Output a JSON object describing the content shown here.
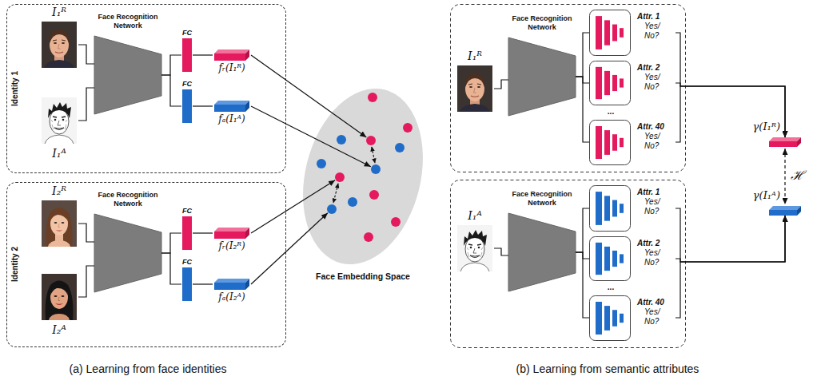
{
  "diagram": {
    "nodes": [
      {
        "text": [
          "Identity 1"
        ]
      },
      {
        "text": [
          "I₁ᴿ"
        ],
        "in": 0
      },
      {
        "text": [
          "I₁ᴬ"
        ],
        "in": 0
      },
      {
        "text": [
          "Face Recognition Network"
        ],
        "in": 0
      },
      {
        "text": [
          "FC"
        ],
        "in": 0
      },
      {
        "text": [
          "FC"
        ],
        "in": 0
      },
      {
        "text": [
          "fᵣ(I₁ᴿ)"
        ],
        "in": 0
      },
      {
        "text": [
          "fₐ(I₁ᴬ)"
        ],
        "in": 0
      },
      {
        "text": [
          "Identity 2"
        ]
      },
      {
        "text": [
          "I₂ᴿ"
        ],
        "in": 8
      },
      {
        "text": [
          "I₂ᴬ"
        ],
        "in": 8
      },
      {
        "text": [
          "Face Recognition Network"
        ],
        "in": 8
      },
      {
        "text": [
          "FC"
        ],
        "in": 8
      },
      {
        "text": [
          "FC"
        ],
        "in": 8
      },
      {
        "text": [
          "fᵣ(I₂ᴿ)"
        ],
        "in": 8
      },
      {
        "text": [
          "fₐ(I₂ᴬ)"
        ],
        "in": 8
      },
      {
        "text": [
          "Face Embedding Space"
        ]
      },
      {
        "text": [
          "I₁ᴿ"
        ]
      },
      {
        "text": [
          "Face Recognition Network"
        ]
      },
      {
        "text": [
          "Attr. 1",
          "Yes/ No?"
        ]
      },
      {
        "text": [
          "Attr. 2",
          "Yes/ No?"
        ]
      },
      {
        "text": [
          "Attr. 40",
          "Yes/ No?"
        ]
      },
      {
        "text": [
          "γ(I₁ᴿ)"
        ]
      },
      {
        "text": [
          "I₁ᴬ"
        ]
      },
      {
        "text": [
          "Face Recognition Network"
        ]
      },
      {
        "text": [
          "Attr. 1",
          "Yes/ No?"
        ]
      },
      {
        "text": [
          "Attr. 2",
          "Yes/ No?"
        ]
      },
      {
        "text": [
          "Attr. 40",
          "Yes/ No?"
        ]
      },
      {
        "text": [
          "γ(I₁ᴬ)"
        ]
      }
    ],
    "edges": [
      {
        "from": 1,
        "to": 3,
        "arrow": "none"
      },
      {
        "from": 2,
        "to": 3,
        "arrow": "none"
      },
      {
        "from": 3,
        "to": 4,
        "arrow": "none"
      },
      {
        "from": 3,
        "to": 5,
        "arrow": "none"
      },
      {
        "from": 4,
        "to": 6,
        "arrow": "none"
      },
      {
        "from": 5,
        "to": 7,
        "arrow": "none"
      },
      {
        "from": 6,
        "to": 16,
        "arrow": "to"
      },
      {
        "from": 7,
        "to": 16,
        "arrow": "to"
      },
      {
        "from": 9,
        "to": 11,
        "arrow": "none"
      },
      {
        "from": 10,
        "to": 11,
        "arrow": "none"
      },
      {
        "from": 11,
        "to": 12,
        "arrow": "none"
      },
      {
        "from": 11,
        "to": 13,
        "arrow": "none"
      },
      {
        "from": 12,
        "to": 14,
        "arrow": "none"
      },
      {
        "from": 13,
        "to": 15,
        "arrow": "none"
      },
      {
        "from": 14,
        "to": 16,
        "arrow": "to"
      },
      {
        "from": 15,
        "to": 16,
        "arrow": "to"
      },
      {
        "from": 17,
        "to": 18,
        "arrow": "none"
      },
      {
        "from": 18,
        "to": 19,
        "arrow": "none"
      },
      {
        "from": 18,
        "to": 20,
        "arrow": "none"
      },
      {
        "from": 18,
        "to": 21,
        "arrow": "none"
      },
      {
        "from": 19,
        "to": 22,
        "arrow": "to"
      },
      {
        "from": 20,
        "to": 22,
        "arrow": "to"
      },
      {
        "from": 21,
        "to": 22,
        "arrow": "to"
      },
      {
        "from": 23,
        "to": 24,
        "arrow": "none"
      },
      {
        "from": 24,
        "to": 25,
        "arrow": "none"
      },
      {
        "from": 24,
        "to": 26,
        "arrow": "none"
      },
      {
        "from": 24,
        "to": 27,
        "arrow": "none"
      },
      {
        "from": 25,
        "to": 28,
        "arrow": "to"
      },
      {
        "from": 26,
        "to": 28,
        "arrow": "to"
      },
      {
        "from": 27,
        "to": 28,
        "arrow": "to"
      },
      {
        "from": 22,
        "to": 28,
        "label": "ℋ",
        "arrow": "both"
      }
    ],
    "labels": [
      "...",
      "...",
      "(a) Learning from face identities",
      "(b) Learning from semantic attributes"
    ]
  }
}
